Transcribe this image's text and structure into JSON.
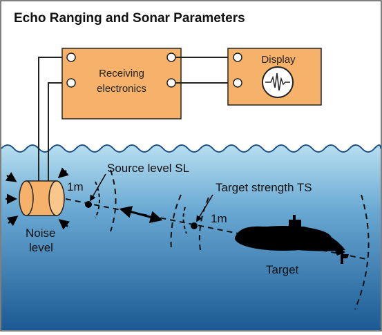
{
  "title": "Echo Ranging and Sonar Parameters",
  "receiver": {
    "line1": "Receiving",
    "line2": "electronics"
  },
  "display": {
    "label": "Display"
  },
  "labels": {
    "source_level": "Source level SL",
    "target_strength": "Target strength TS",
    "one_meter_source": "1m",
    "one_meter_target": "1m",
    "noise_line1": "Noise",
    "noise_line2": "level",
    "target": "Target"
  },
  "colors": {
    "box_fill": "#f6b26b",
    "box_stroke": "#222222",
    "water_top": "#a8d5ea",
    "water_bottom": "#1e5f97",
    "transducer": "#f6b26b",
    "submarine": "#000000"
  },
  "icons": [
    "waveform-icon",
    "terminal-icon",
    "arrow-icon",
    "submarine-icon",
    "transducer-icon"
  ]
}
